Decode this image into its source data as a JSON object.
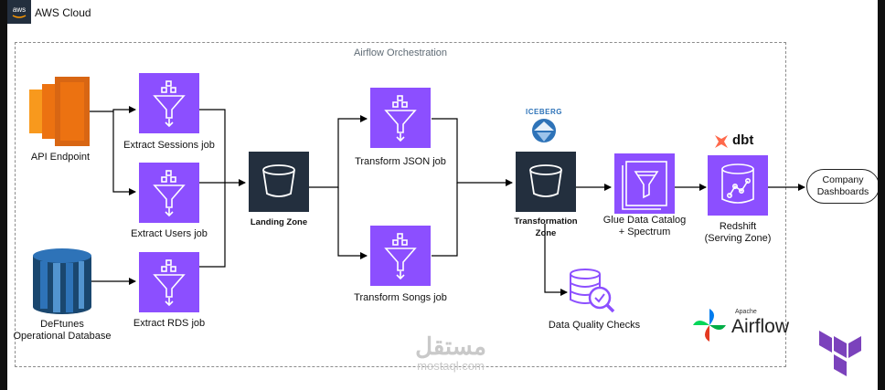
{
  "cloud": {
    "badge": "aws",
    "title": "AWS Cloud"
  },
  "orchestration": {
    "label": "Airflow Orchestration"
  },
  "sources": {
    "api": "API Endpoint",
    "db_line1": "DeFtunes",
    "db_line2": "Operational Database"
  },
  "jobs": {
    "sessions": "Extract Sessions job",
    "users": "Extract Users job",
    "rds": "Extract RDS job",
    "json": "Transform JSON job",
    "songs": "Transform Songs job"
  },
  "zones": {
    "landing": "Landing Zone",
    "transformation_line1": "Transformation",
    "transformation_line2": "Zone"
  },
  "iceberg": "ICEBERG",
  "glue": {
    "line1": "Glue Data Catalog",
    "line2": "+ Spectrum"
  },
  "dbt": "dbt",
  "redshift": {
    "line1": "Redshift",
    "line2": "(Serving Zone)"
  },
  "quality": "Data Quality Checks",
  "output": {
    "line1": "Company",
    "line2": "Dashboards"
  },
  "airflow_logo": {
    "apache": "Apache",
    "name": "Airflow"
  },
  "watermark": {
    "arabic": "مستقل",
    "latin": "mostaql.com"
  },
  "colors": {
    "purple": "#8c4fff",
    "dark": "#232f3e",
    "orange": "#ed7100",
    "blue": "#2e73b8",
    "dbt": "#ff694b"
  }
}
